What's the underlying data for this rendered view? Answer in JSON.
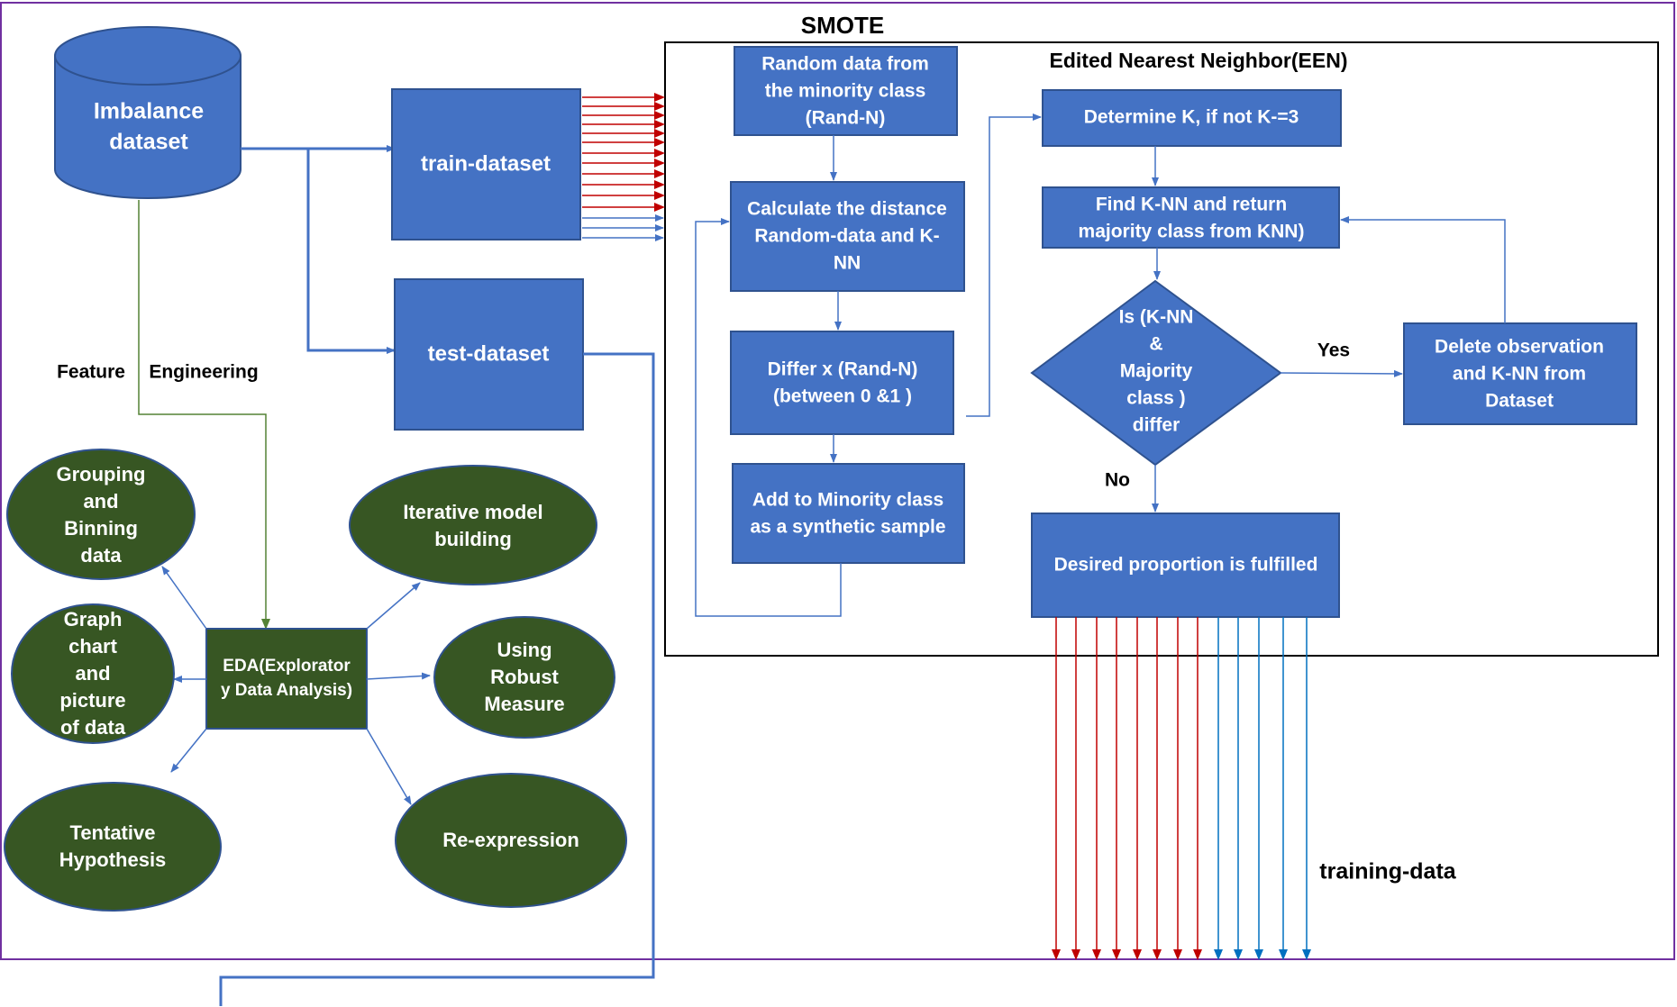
{
  "colors": {
    "box_fill": "#4472C4",
    "box_stroke": "#2F528F",
    "ellipse_fill": "#375623",
    "arrow_blue": "#4472C4",
    "arrow_red": "#C00000",
    "arrow_teal": "#0070C0",
    "arrow_green": "#548235",
    "frame_purple": "#7030A0"
  },
  "titles": {
    "smote": "SMOTE",
    "een": "Edited Nearest Neighbor(EEN)"
  },
  "data_source": {
    "line1": "Imbalance",
    "line2": "dataset"
  },
  "datasets": {
    "train": "train-dataset",
    "test": "test-dataset"
  },
  "feature_engineering": {
    "word1": "Feature",
    "word2": "Engineering"
  },
  "eda": {
    "center": [
      "EDA(Explorator",
      "y Data Analysis)"
    ],
    "grouping": [
      "Grouping",
      "and",
      "Binning",
      "data"
    ],
    "iterative": [
      "Iterative model",
      "building"
    ],
    "graph": [
      "Graph",
      "chart",
      "and",
      "picture",
      "of data"
    ],
    "robust": [
      "Using",
      "Robust",
      "Measure"
    ],
    "tentative": [
      "Tentative",
      "Hypothesis"
    ],
    "reexpression": [
      "Re-expression"
    ]
  },
  "smote_steps": {
    "random": [
      "Random data from",
      "the minority class",
      "(Rand-N)"
    ],
    "distance": [
      "Calculate the distance",
      "Random-data and K-",
      "NN"
    ],
    "differ": [
      "Differ x (Rand-N)",
      "(between 0 &1 )"
    ],
    "add": [
      "Add to Minority class",
      "as a synthetic sample"
    ]
  },
  "een_steps": {
    "determine": [
      "Determine K, if not K-=3"
    ],
    "find": [
      "Find K-NN and return",
      "majority class from KNN)"
    ],
    "decision": [
      "Is (K-NN",
      "&",
      "Majority",
      "class )",
      "differ"
    ],
    "delete": [
      "Delete observation",
      "and K-NN from",
      "Dataset"
    ],
    "desired": [
      "Desired proportion is fulfilled"
    ],
    "yes": "Yes",
    "no": "No"
  },
  "output": {
    "training_data": "training-data"
  }
}
